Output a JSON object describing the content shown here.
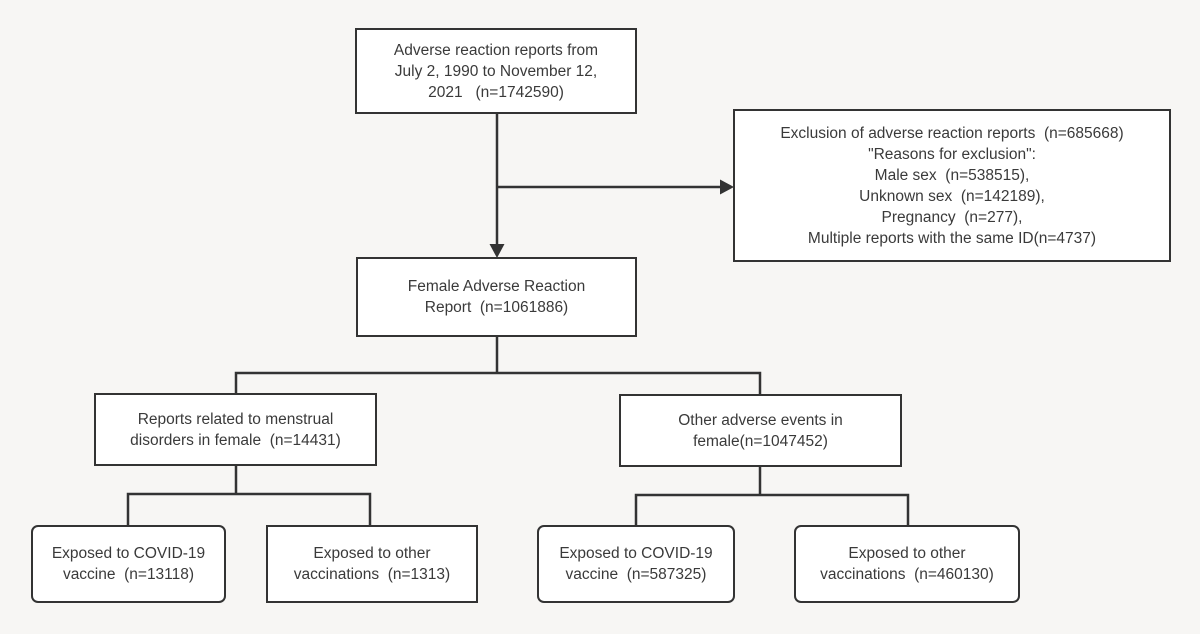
{
  "nodes": {
    "total": {
      "lines": [
        "Adverse reaction reports from",
        "July 2, 1990 to November 12,",
        "2021   (n=1742590)"
      ]
    },
    "exclusion": {
      "lines": [
        "Exclusion of adverse reaction reports  (n=685668)",
        "\"Reasons for exclusion\":",
        "Male sex  (n=538515),",
        "Unknown sex  (n=142189),",
        "Pregnancy  (n=277),",
        "Multiple reports with the same ID(n=4737)"
      ]
    },
    "female": {
      "lines": [
        "Female Adverse Reaction",
        "Report  (n=1061886)"
      ]
    },
    "menstrual": {
      "lines": [
        "Reports related to menstrual",
        "disorders in female  (n=14431)"
      ]
    },
    "other_events": {
      "lines": [
        "Other adverse events in",
        "female(n=1047452)"
      ]
    },
    "menstrual_covid": {
      "lines": [
        "Exposed to COVID-19",
        "vaccine  (n=13118)"
      ]
    },
    "menstrual_other_vax": {
      "lines": [
        "Exposed to other",
        "vaccinations  (n=1313)"
      ]
    },
    "other_covid": {
      "lines": [
        "Exposed to COVID-19",
        "vaccine  (n=587325)"
      ]
    },
    "other_other_vax": {
      "lines": [
        "Exposed to other",
        "vaccinations  (n=460130)"
      ]
    }
  },
  "colors": {
    "background": "#f7f6f4",
    "box_fill": "#ffffff",
    "line": "#333333",
    "text": "#3a3a3a"
  }
}
